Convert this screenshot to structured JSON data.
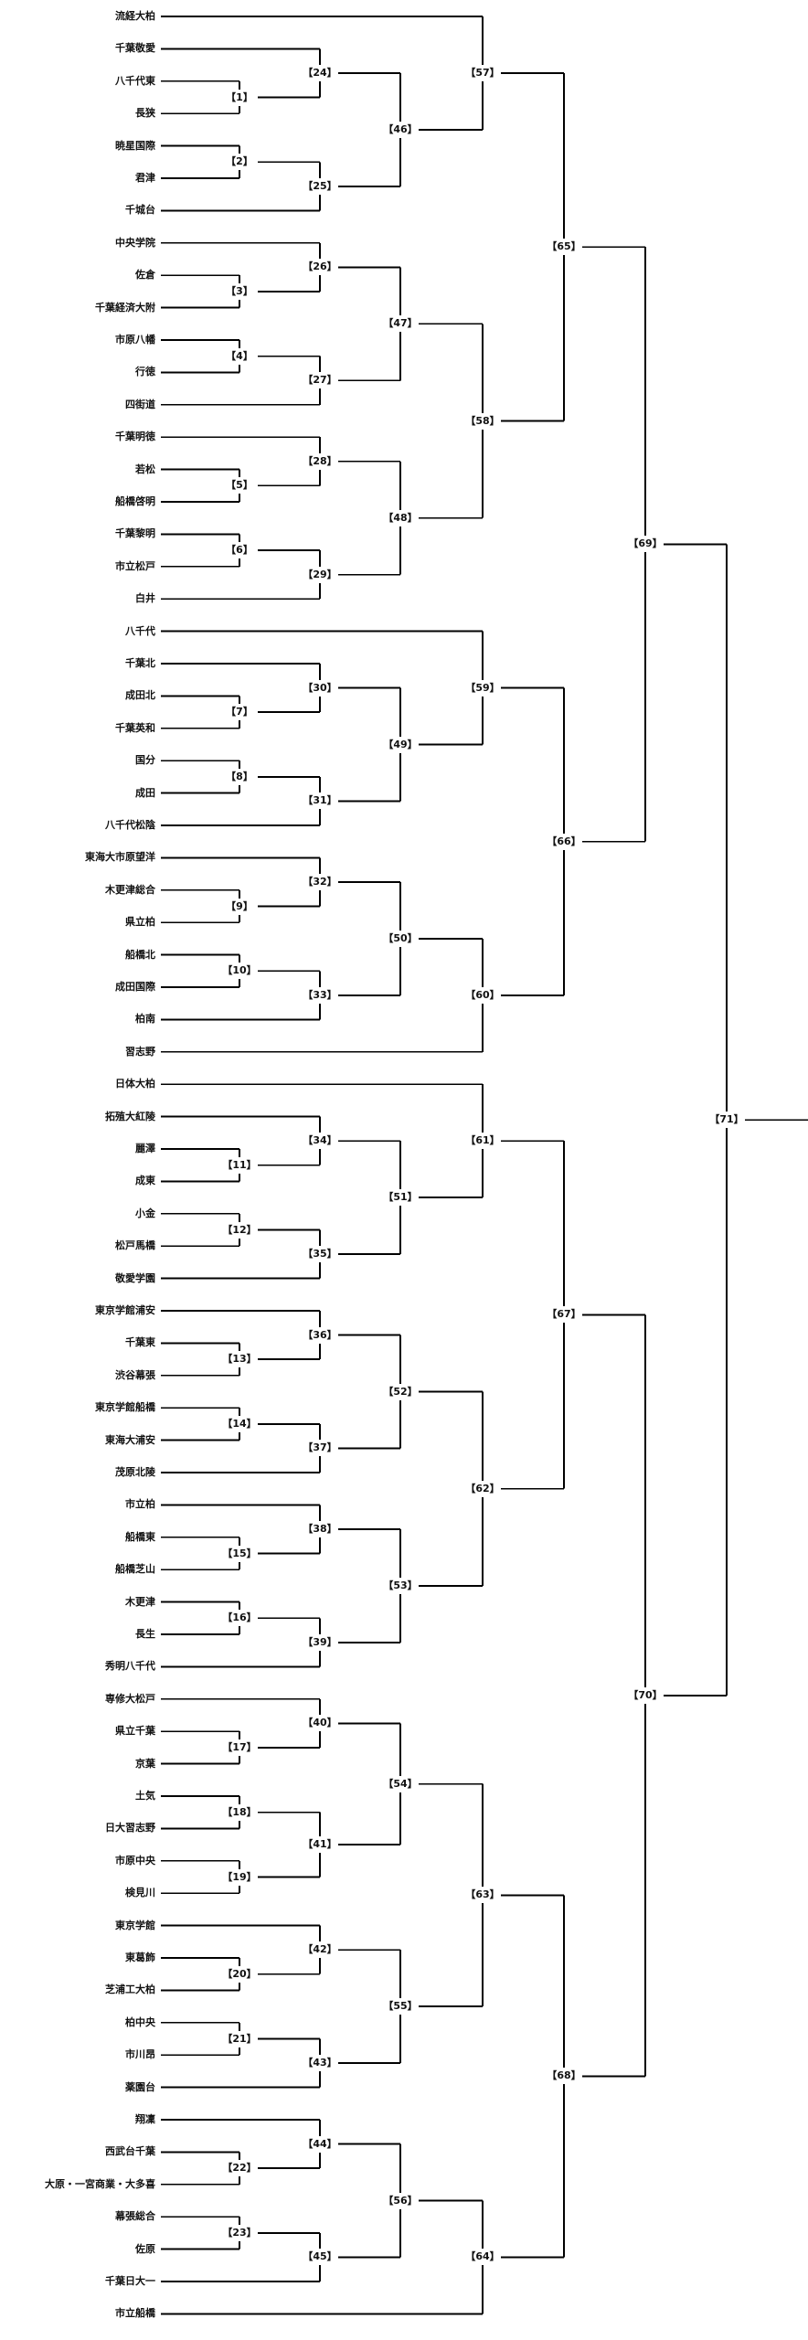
{
  "bracket": {
    "teams": [
      "流経大柏",
      "千葉敬愛",
      "八千代東",
      "長狭",
      "暁星国際",
      "君津",
      "千城台",
      "中央学院",
      "佐倉",
      "千葉経済大附",
      "市原八幡",
      "行徳",
      "四街道",
      "千葉明徳",
      "若松",
      "船橋啓明",
      "千葉黎明",
      "市立松戸",
      "白井",
      "八千代",
      "千葉北",
      "成田北",
      "千葉英和",
      "国分",
      "成田",
      "八千代松陰",
      "東海大市原望洋",
      "木更津総合",
      "県立柏",
      "船橋北",
      "成田国際",
      "柏南",
      "習志野",
      "日体大柏",
      "拓殖大紅陵",
      "麗澤",
      "成東",
      "小金",
      "松戸馬橋",
      "敬愛学園",
      "東京学館浦安",
      "千葉東",
      "渋谷幕張",
      "東京学館船橋",
      "東海大浦安",
      "茂原北陵",
      "市立柏",
      "船橋東",
      "船橋芝山",
      "木更津",
      "長生",
      "秀明八千代",
      "専修大松戸",
      "県立千葉",
      "京葉",
      "土気",
      "日大習志野",
      "市原中央",
      "検見川",
      "東京学館",
      "東葛飾",
      "芝浦工大柏",
      "柏中央",
      "市川昂",
      "薬園台",
      "翔凜",
      "西武台千葉",
      "大原・一宮商業・大多喜",
      "幕張総合",
      "佐原",
      "千葉日大一",
      "市立船橋"
    ],
    "matches": [
      "【1】",
      "【2】",
      "【3】",
      "【4】",
      "【5】",
      "【6】",
      "【7】",
      "【8】",
      "【9】",
      "【10】",
      "【11】",
      "【12】",
      "【13】",
      "【14】",
      "【15】",
      "【16】",
      "【17】",
      "【18】",
      "【19】",
      "【20】",
      "【21】",
      "【22】",
      "【23】",
      "【24】",
      "【25】",
      "【26】",
      "【27】",
      "【28】",
      "【29】",
      "【30】",
      "【31】",
      "【32】",
      "【33】",
      "【34】",
      "【35】",
      "【36】",
      "【37】",
      "【38】",
      "【39】",
      "【40】",
      "【41】",
      "【42】",
      "【43】",
      "【44】",
      "【45】",
      "【46】",
      "【47】",
      "【48】",
      "【49】",
      "【50】",
      "【51】",
      "【52】",
      "【53】",
      "【54】",
      "【55】",
      "【56】",
      "【57】",
      "【58】",
      "【59】",
      "【60】",
      "【61】",
      "【62】",
      "【63】",
      "【64】",
      "【65】",
      "【66】",
      "【67】",
      "【68】",
      "【69】",
      "【70】",
      "【71】"
    ]
  }
}
